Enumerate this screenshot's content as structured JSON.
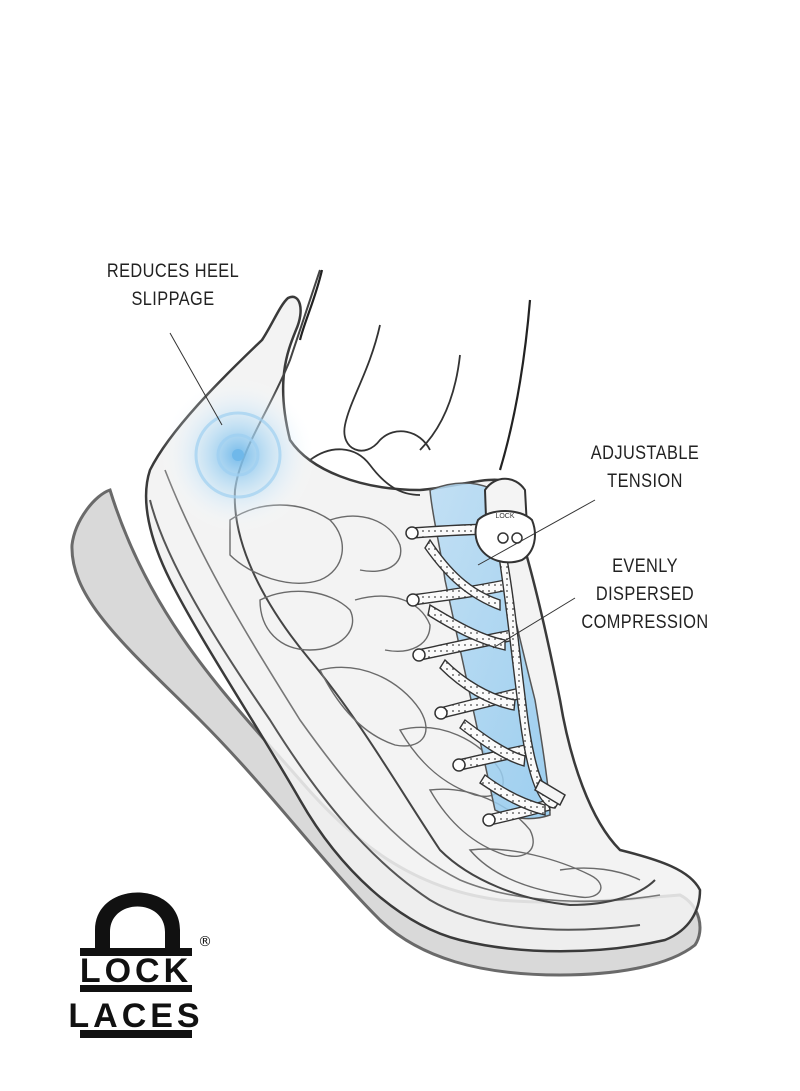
{
  "callouts": {
    "heel": [
      "REDUCES HEEL",
      "SLIPPAGE"
    ],
    "tension": [
      "ADJUSTABLE",
      "TENSION"
    ],
    "compression": [
      "EVENLY",
      "DISPERSED",
      "COMPRESSION"
    ]
  },
  "logo": {
    "word_top": "LOCK",
    "word_bottom": "LACES",
    "registered": "®",
    "lock_text": "LOCK"
  },
  "colors": {
    "outline": "#3a3a3a",
    "sole": "#d6d6d6",
    "highlight": "#8ec8ee"
  }
}
